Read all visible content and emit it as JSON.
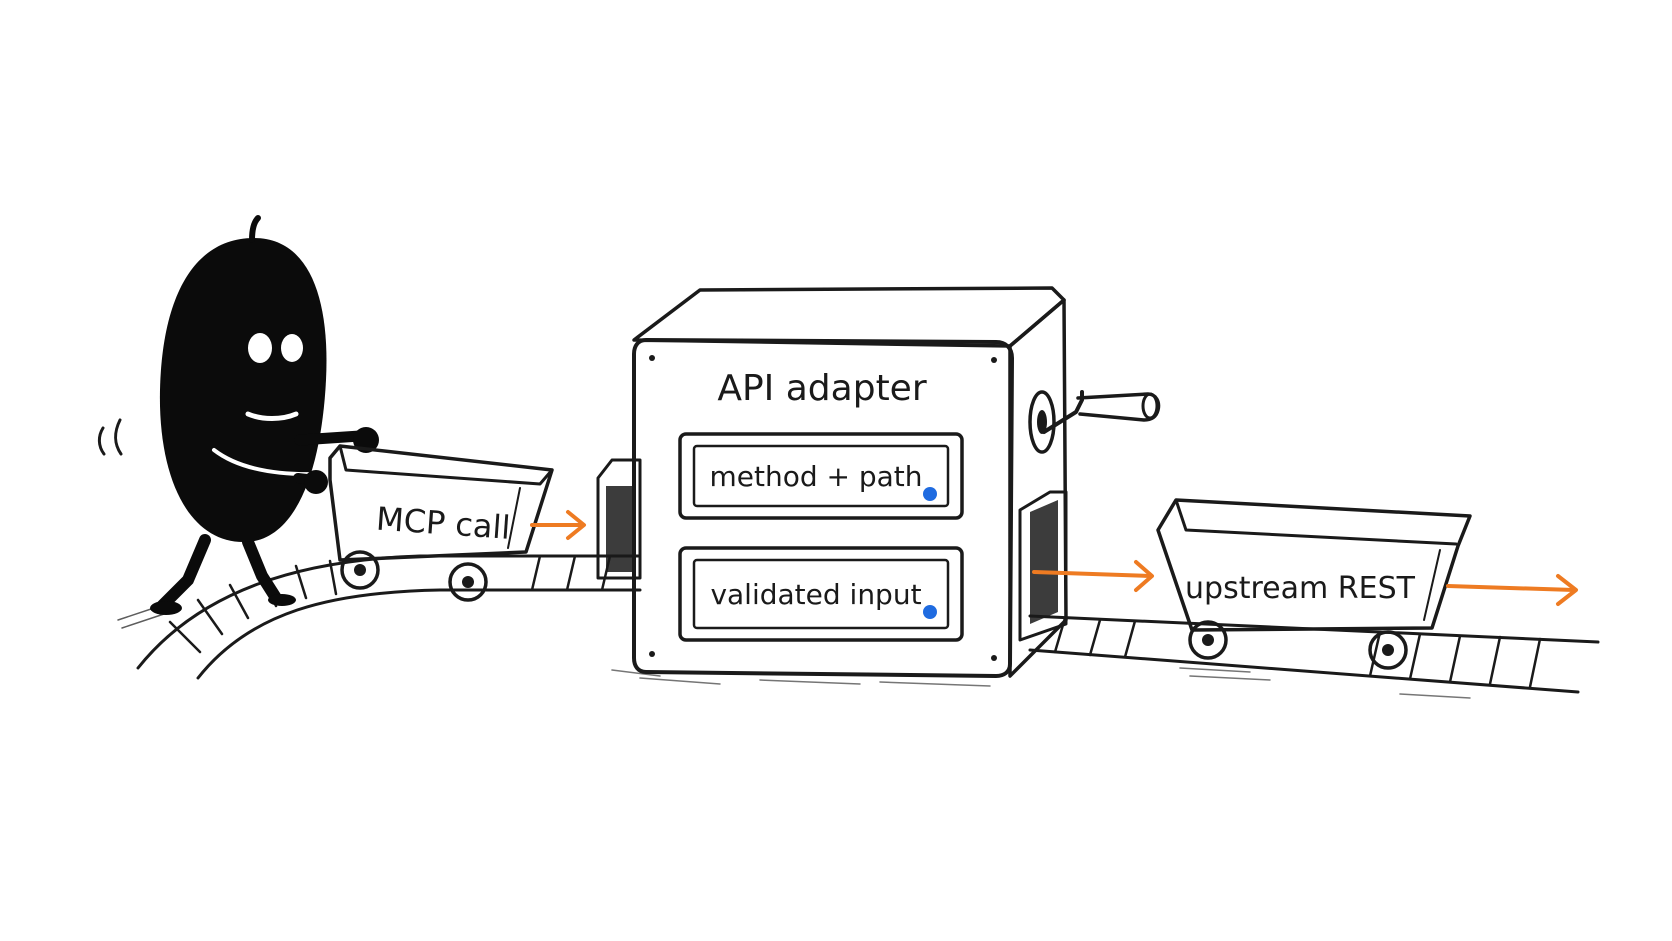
{
  "labels": {
    "cart_left": "MCP call",
    "machine_title": "API adapter",
    "slot_top": "method + path",
    "slot_bottom": "validated input",
    "cart_right": "upstream REST"
  },
  "colors": {
    "ink": "#1a1a1a",
    "arrow": "#ee7b22",
    "indicator": "#1f6be0",
    "background": "#ffffff"
  }
}
